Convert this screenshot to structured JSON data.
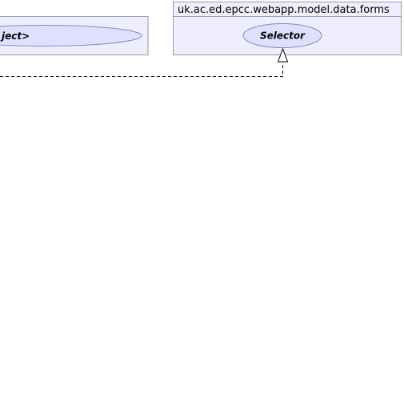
{
  "colors": {
    "package_fill": "#eeeeff",
    "package_border": "#9999aa",
    "ellipse_fill": "#dde0ff",
    "ellipse_border": "#8888bb",
    "connector": "#000000",
    "arrowhead_fill": "#ffffff"
  },
  "left_package": {
    "classes": [
      {
        "label": "ject>",
        "kind": "interface"
      }
    ]
  },
  "right_package": {
    "title": "uk.ac.ed.epcc.webapp.model.data.forms",
    "classes": [
      {
        "label": "Selector",
        "kind": "interface"
      }
    ]
  },
  "relationship": {
    "type": "realization",
    "style": "dashed",
    "target": "Selector"
  }
}
